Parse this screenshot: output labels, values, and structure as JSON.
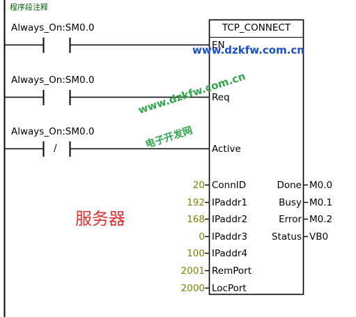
{
  "network_comment": "程序段注释",
  "block": {
    "title": "TCP_CONNECT"
  },
  "contacts": [
    {
      "label": "Always_On:SM0.0",
      "type": "normally-open"
    },
    {
      "label": "Always_On:SM0.0",
      "type": "normally-open"
    },
    {
      "label": "Always_On:SM0.0",
      "type": "normally-closed",
      "symbol": "/"
    }
  ],
  "control_pins": [
    "EN",
    "Req",
    "Active"
  ],
  "inputs": [
    {
      "pin": "ConnID",
      "value": "20"
    },
    {
      "pin": "IPaddr1",
      "value": "192"
    },
    {
      "pin": "IPaddr2",
      "value": "168"
    },
    {
      "pin": "IPaddr3",
      "value": "0"
    },
    {
      "pin": "IPaddr4",
      "value": "100"
    },
    {
      "pin": "RemPort",
      "value": "2001"
    },
    {
      "pin": "LocPort",
      "value": "2000"
    }
  ],
  "outputs": [
    {
      "pin": "Done",
      "value": "M0.0"
    },
    {
      "pin": "Busy",
      "value": "M0.1"
    },
    {
      "pin": "Error",
      "value": "M0.2"
    },
    {
      "pin": "Status",
      "value": "VB0"
    }
  ],
  "watermarks": [
    "www.dzkfw.com.cn",
    "www.dzkfw.com.cn",
    "电子开发网"
  ],
  "annotation": "服务器",
  "colors": {
    "wire": "#000000",
    "value": "#808000",
    "comment": "#006400",
    "annotation": "#e53030"
  }
}
